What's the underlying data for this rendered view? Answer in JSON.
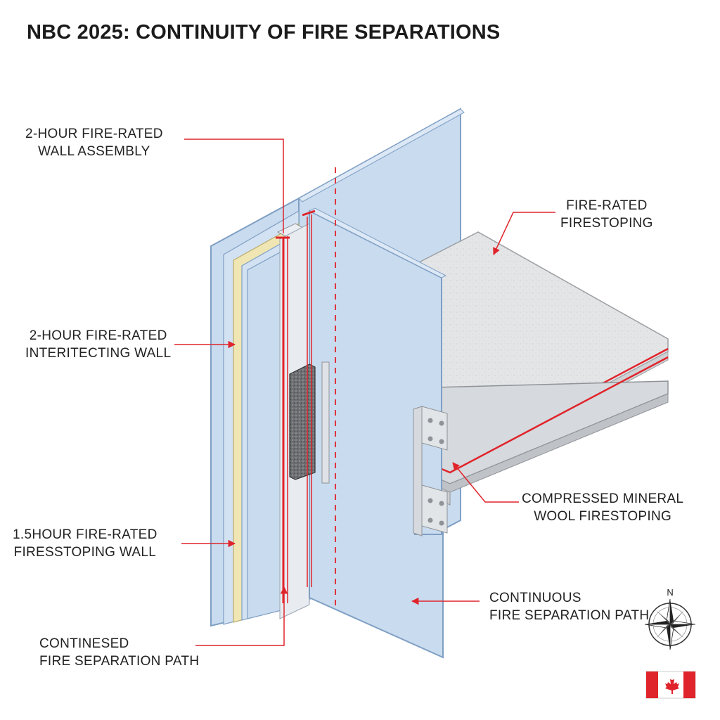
{
  "title": "NBC 2025: CONTINUITY OF FIRE SEPARATIONS",
  "labels": {
    "wall_assembly": [
      "2-HOUR FIRE-RATED",
      "WALL ASSEMBLY"
    ],
    "firestoping": [
      "FIRE-RATED",
      "FIRESTOPING"
    ],
    "intersecting_wall": [
      "2-HOUR FIRE-RATED",
      "INTERITECTING WALL"
    ],
    "mineral_wool": [
      "COMPRESSED MINERAL",
      "WOOL FIRESTOPING"
    ],
    "firesstoping_wall": [
      "1.5HOUR FIRE-RATED",
      "FIRESSTOPING WALL"
    ],
    "continuous_path": [
      "CONTINUOUS",
      "FIRE SEPARATION PATH"
    ],
    "contined_path": [
      "CONTINESED",
      "FIRE SEPARATION PATH"
    ]
  },
  "compass": {
    "north_label": "N"
  },
  "colors": {
    "wall_face": "#c9dbee",
    "wall_edge": "#7f9fc4",
    "insulation": "#efe6b4",
    "slab": "#e6e7e9",
    "steel": "#d6d9dd",
    "fire_line": "#e0242b",
    "flag_red": "#e0242b"
  }
}
